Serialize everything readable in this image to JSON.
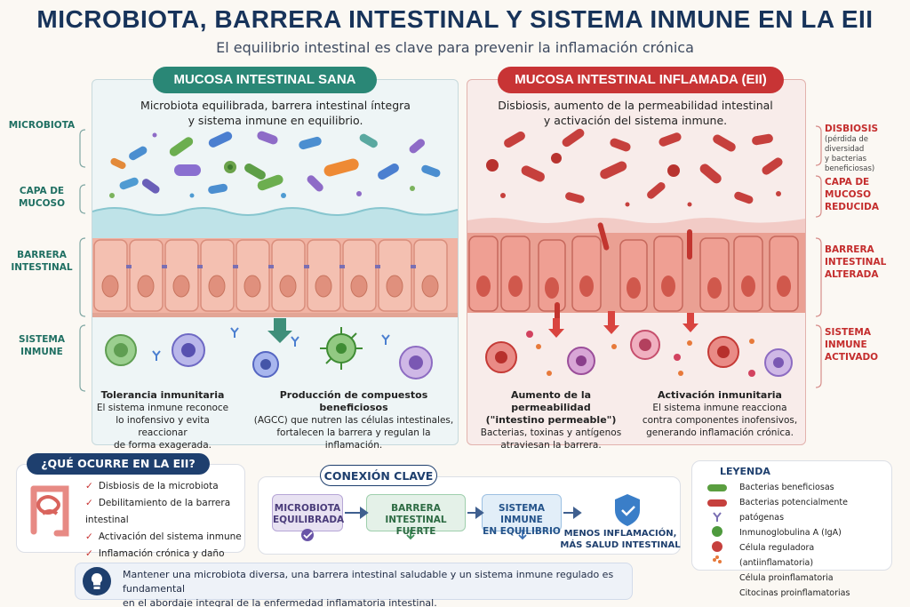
{
  "header": {
    "title": "MICROBIOTA, BARRERA INTESTINAL Y SISTEMA INMUNE EN LA EII",
    "subtitle": "El equilibrio intestinal es clave para prevenir la inflamación crónica"
  },
  "left_panel": {
    "tag": "MUCOSA INTESTINAL SANA",
    "desc_1": "Microbiota equilibrada, barrera intestinal íntegra",
    "desc_2": "y sistema inmune en equilibrio.",
    "cap1_title": "Tolerancia inmunitaria",
    "cap1_l1": "El sistema inmune reconoce",
    "cap1_l2": "lo inofensivo y evita reaccionar",
    "cap1_l3": "de forma exagerada.",
    "cap2_title": "Producción de compuestos beneficiosos",
    "cap2_l1": "(AGCC) que nutren las células intestinales,",
    "cap2_l2": "fortalecen la barrera y regulan la inflamación."
  },
  "right_panel": {
    "tag": "MUCOSA INTESTINAL INFLAMADA (EII)",
    "desc_1": "Disbiosis, aumento de la permeabilidad intestinal",
    "desc_2": "y activación del sistema inmune.",
    "cap1_title": "Aumento de la permeabilidad",
    "cap1_title2": "(\"intestino permeable\")",
    "cap1_l1": "Bacterias, toxinas y antígenos",
    "cap1_l2": "atraviesan la barrera.",
    "cap2_title": "Activación inmunitaria",
    "cap2_l1": "El sistema inmune reacciona",
    "cap2_l2": "contra componentes inofensivos,",
    "cap2_l3": "generando inflamación crónica."
  },
  "side_left": {
    "microbiota": "MICROBIOTA",
    "capa_1": "CAPA DE",
    "capa_2": "MUCOSO",
    "barrera_1": "BARRERA",
    "barrera_2": "INTESTINAL",
    "sistema_1": "SISTEMA",
    "sistema_2": "INMUNE"
  },
  "side_right": {
    "disbiosis": "DISBIOSIS",
    "disbiosis_note_1": "(pérdida de diversidad",
    "disbiosis_note_2": "y bacterias beneficiosas)",
    "capa_1": "CAPA DE",
    "capa_2": "MUCOSO",
    "capa_3": "REDUCIDA",
    "barrera_1": "BARRERA",
    "barrera_2": "INTESTINAL",
    "barrera_3": "ALTERADA",
    "sistema_1": "SISTEMA",
    "sistema_2": "INMUNE",
    "sistema_3": "ACTIVADO"
  },
  "what_happens": {
    "title": "¿QUÉ OCURRE EN LA EII?",
    "items": [
      "Disbiosis de la microbiota",
      "Debilitamiento de la barrera intestinal",
      "Activación del sistema inmune",
      "Inflamación crónica y daño tisular"
    ]
  },
  "key_connection": {
    "title": "CONEXIÓN CLAVE",
    "n1_a": "MICROBIOTA",
    "n1_b": "EQUILIBRADA",
    "n2_a": "BARRERA INTESTINAL",
    "n2_b": "FUERTE",
    "n3_a": "SISTEMA INMUNE",
    "n3_b": "EN EQUILIBRIO",
    "result_a": "MENOS INFLAMACIÓN,",
    "result_b": "MÁS SALUD INTESTINAL",
    "colors": {
      "n1": "#e8e2f2",
      "n2": "#e4f1e8",
      "n3": "#e2eef8"
    }
  },
  "legend": {
    "title": "LEYENDA",
    "items": [
      "Bacterias beneficiosas",
      "Bacterias potencialmente patógenas",
      "Inmunoglobulina A (IgA)",
      "Célula reguladora (antiinflamatoria)",
      "Célula proinflamatoria",
      "Citocinas proinflamatorias"
    ]
  },
  "footer": {
    "line1": "Mantener una microbiota diversa, una barrera intestinal saludable y un sistema inmune regulado es fundamental",
    "line2": "en el abordaje integral de la enfermedad inflamatoria intestinal."
  },
  "colors": {
    "title": "#17335a",
    "healthy": "#2a8776",
    "inflamed": "#c83435",
    "navy": "#1e3f6e"
  }
}
